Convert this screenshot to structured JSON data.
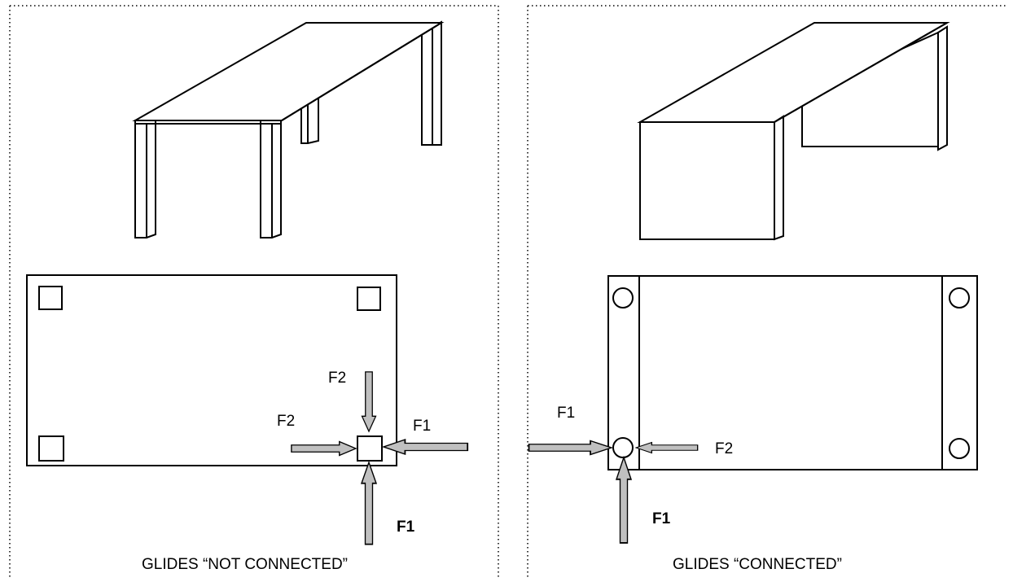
{
  "panels": [
    {
      "caption": "GLIDES “NOT CONNECTED”",
      "labels": [
        "F2",
        "F2",
        "F1",
        "F1"
      ]
    },
    {
      "caption": "GLIDES “CONNECTED”",
      "labels": [
        "F1",
        "F2",
        "F1"
      ]
    }
  ],
  "colors": {
    "stroke": "#000000",
    "arrow_fill": "#c0c0c0",
    "background": "#ffffff"
  }
}
